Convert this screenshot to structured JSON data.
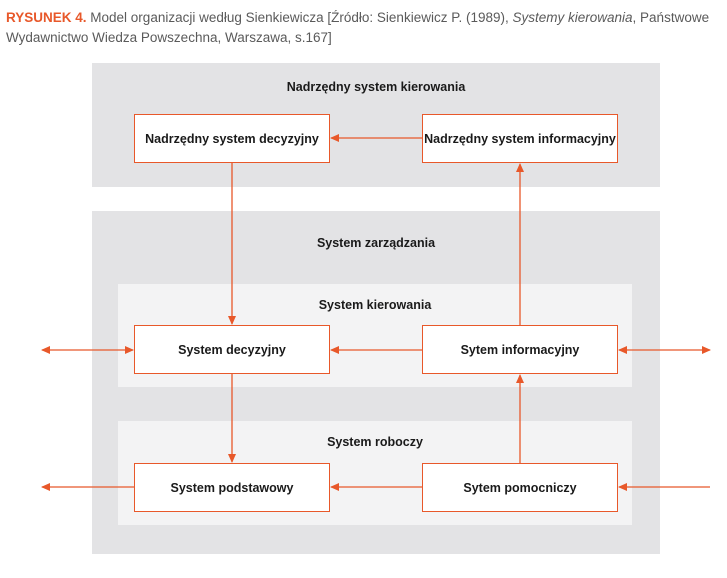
{
  "caption": {
    "label": "RYSUNEK 4.",
    "text_before": " Model organizacji według Sienkiewicza [Źródło: Sienkiewicz P. (1989), ",
    "title_italic": "Systemy kierowania",
    "text_after": ", Państwowe Wydawnictwo Wiedza Powszechna, Warszawa, s.167]"
  },
  "panels": {
    "top": {
      "title": "Nadrzędny system kierowania"
    },
    "management": {
      "title": "System zarządzania"
    },
    "control": {
      "title": "System kierowania"
    },
    "working": {
      "title": "System roboczy"
    }
  },
  "boxes": {
    "superior_decision": "Nadrzędny system decyzyjny",
    "superior_information": "Nadrzędny system informacyjny",
    "decision": "System decyzyjny",
    "information": "Sytem informacyjny",
    "basic": "System podstawowy",
    "auxiliary": "Sytem pomocniczy"
  },
  "colors": {
    "accent": "#e8582a",
    "outer_panel": "#e3e3e5",
    "inner_panel": "#f3f3f4",
    "text": "#1a1a1a"
  }
}
